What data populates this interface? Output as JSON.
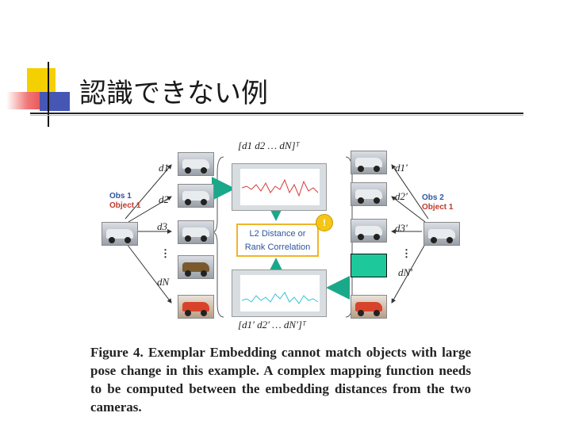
{
  "slide": {
    "title": "認識できない例"
  },
  "figure": {
    "vector_top": "[d1 d2 … dN]ᵀ",
    "vector_bottom": "[d1' d2' … dN']ᵀ",
    "left_labels": [
      "d1",
      "d2",
      "d3",
      "⋮",
      "dN"
    ],
    "right_labels": [
      "d1'",
      "d2'",
      "d3'",
      "⋮",
      "dN'"
    ],
    "obs1": {
      "line1": "Obs 1",
      "line2": "Object 1"
    },
    "obs2": {
      "line1": "Obs 2",
      "line2": "Object 1"
    },
    "distance_box": {
      "line1": "L2 Distance or",
      "line2": "Rank Correlation"
    },
    "bulb": "!",
    "colors": {
      "top_curve": "#d63a3a",
      "bottom_curve": "#33c3d6",
      "arrow": "#1aa88a"
    }
  },
  "caption": "Figure 4. Exemplar Embedding cannot match objects with large pose change in this example. A complex mapping function needs to be computed between the embedding distances from the two cameras."
}
